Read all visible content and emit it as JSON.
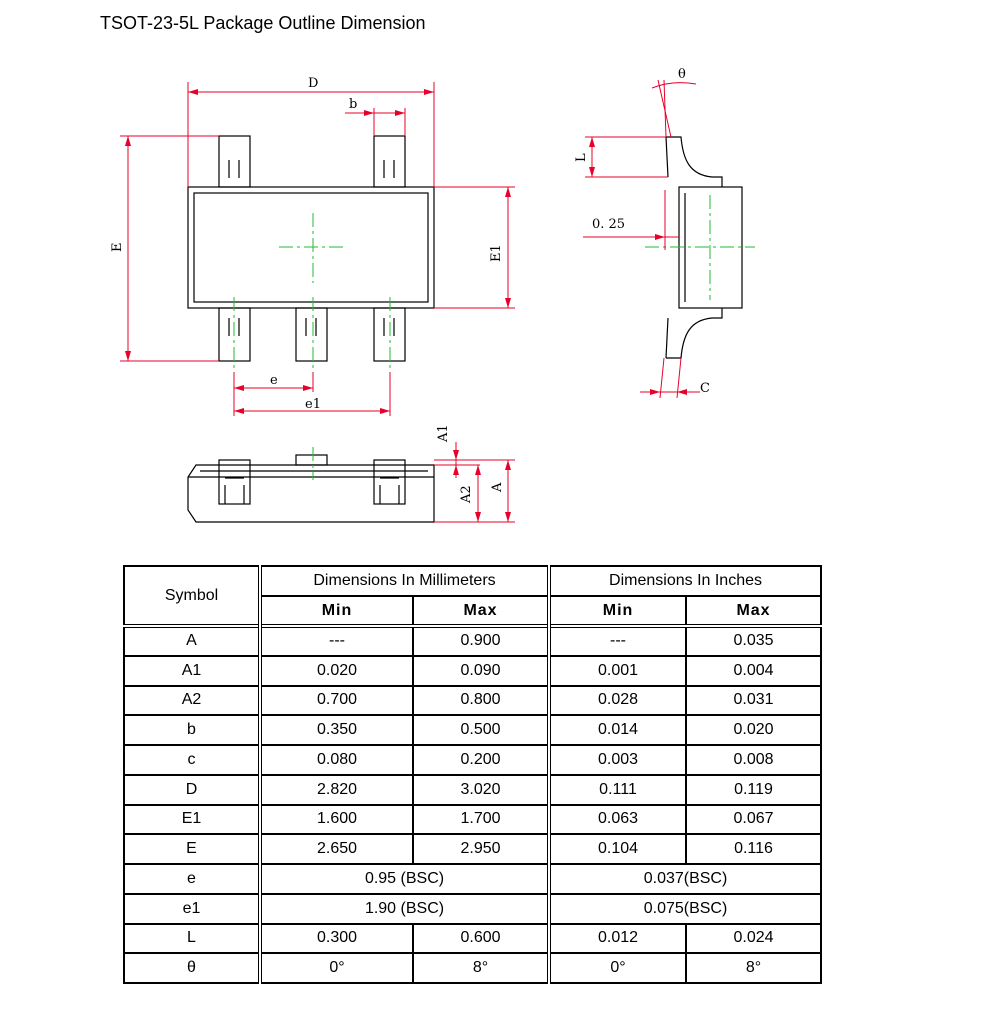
{
  "title": "TSOT-23-5L Package Outline Dimension",
  "drawing_labels": {
    "D": "D",
    "b": "b",
    "E": "E",
    "E1": "E1",
    "e": "e",
    "e1": "e1",
    "A1": "A1",
    "A2": "A2",
    "A": "A",
    "L": "L",
    "lead_offset": "0. 25",
    "theta": "θ",
    "C": "C"
  },
  "table": {
    "symbol_header": "Symbol",
    "mm_header": "Dimensions In Millimeters",
    "in_header": "Dimensions In Inches",
    "min_label": "Min",
    "max_label": "Max",
    "rows": [
      {
        "symbol": "A",
        "mm_min": "---",
        "mm_max": "0.900",
        "in_min": "---",
        "in_max": "0.035"
      },
      {
        "symbol": "A1",
        "mm_min": "0.020",
        "mm_max": "0.090",
        "in_min": "0.001",
        "in_max": "0.004"
      },
      {
        "symbol": "A2",
        "mm_min": "0.700",
        "mm_max": "0.800",
        "in_min": "0.028",
        "in_max": "0.031"
      },
      {
        "symbol": "b",
        "mm_min": "0.350",
        "mm_max": "0.500",
        "in_min": "0.014",
        "in_max": "0.020"
      },
      {
        "symbol": "c",
        "mm_min": "0.080",
        "mm_max": "0.200",
        "in_min": "0.003",
        "in_max": "0.008"
      },
      {
        "symbol": "D",
        "mm_min": "2.820",
        "mm_max": "3.020",
        "in_min": "0.111",
        "in_max": "0.119"
      },
      {
        "symbol": "E1",
        "mm_min": "1.600",
        "mm_max": "1.700",
        "in_min": "0.063",
        "in_max": "0.067"
      },
      {
        "symbol": "E",
        "mm_min": "2.650",
        "mm_max": "2.950",
        "in_min": "0.104",
        "in_max": "0.116"
      },
      {
        "symbol": "e",
        "mm_bsc": "0.95 (BSC)",
        "in_bsc": "0.037(BSC)"
      },
      {
        "symbol": "e1",
        "mm_bsc": "1.90 (BSC)",
        "in_bsc": "0.075(BSC)"
      },
      {
        "symbol": "L",
        "mm_min": "0.300",
        "mm_max": "0.600",
        "in_min": "0.012",
        "in_max": "0.024"
      },
      {
        "symbol": "θ",
        "mm_min": "0°",
        "mm_max": "8°",
        "in_min": "0°",
        "in_max": "8°"
      }
    ]
  },
  "colors": {
    "dimension_line": "#e8002a",
    "center_line": "#22bb33",
    "outline": "#000000"
  }
}
